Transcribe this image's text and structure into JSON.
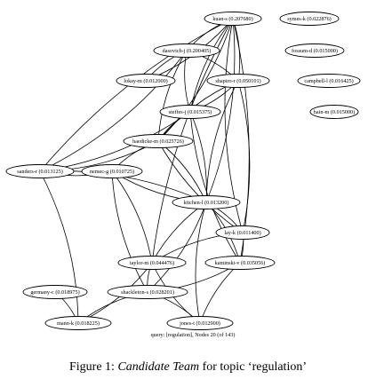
{
  "figure": {
    "query_text": "query: [regulation], Nodes 20 (of 143)",
    "nodes": [
      {
        "id": "kuan",
        "label": "kuan-s (0.207680)"
      },
      {
        "id": "symes",
        "label": "symes-k (0.022876)"
      },
      {
        "id": "dasovich",
        "label": "dasovich-j (0.200405)"
      },
      {
        "id": "fossum",
        "label": "fossum-d (0.015000)"
      },
      {
        "id": "lokay",
        "label": "lokay-m (0.012000)"
      },
      {
        "id": "shapiro",
        "label": "shapiro-r (0.050101)"
      },
      {
        "id": "campbell",
        "label": "campbell-l (0.016425)"
      },
      {
        "id": "steffes",
        "label": "steffes-j (0.015375)"
      },
      {
        "id": "hain",
        "label": "hain-m (0.015000)"
      },
      {
        "id": "haedicke",
        "label": "haedicke-m (0.025726)"
      },
      {
        "id": "sanders",
        "label": "sanders-r (0.013125)"
      },
      {
        "id": "nemec",
        "label": "nemec-g (0.010725)"
      },
      {
        "id": "kitchen",
        "label": "kitchen-l (0.013200)"
      },
      {
        "id": "lay",
        "label": "lay-k (0.011400)"
      },
      {
        "id": "taylor",
        "label": "taylor-m (0.044476)"
      },
      {
        "id": "kaminski",
        "label": "kaminski-v (0.035056)"
      },
      {
        "id": "germany",
        "label": "germany-c (0.018975)"
      },
      {
        "id": "shackleton",
        "label": "shackleton-s (0.028201)"
      },
      {
        "id": "mann",
        "label": "mann-k (0.018225)"
      },
      {
        "id": "jones",
        "label": "jones-t (0.012900)"
      }
    ],
    "edges": [
      [
        "kuan",
        "dasovich"
      ],
      [
        "kuan",
        "shapiro"
      ],
      [
        "kuan",
        "steffes"
      ],
      [
        "kuan",
        "haedicke"
      ],
      [
        "kuan",
        "sanders"
      ],
      [
        "kuan",
        "kitchen"
      ],
      [
        "kuan",
        "lay"
      ],
      [
        "kuan",
        "kaminski"
      ],
      [
        "kuan",
        "taylor"
      ],
      [
        "kuan",
        "lokay"
      ],
      [
        "dasovich",
        "lokay"
      ],
      [
        "dasovich",
        "shapiro"
      ],
      [
        "dasovich",
        "steffes"
      ],
      [
        "dasovich",
        "sanders"
      ],
      [
        "dasovich",
        "haedicke"
      ],
      [
        "shapiro",
        "steffes"
      ],
      [
        "shapiro",
        "haedicke"
      ],
      [
        "shapiro",
        "lay"
      ],
      [
        "shapiro",
        "kitchen"
      ],
      [
        "steffes",
        "sanders"
      ],
      [
        "steffes",
        "haedicke"
      ],
      [
        "steffes",
        "kitchen"
      ],
      [
        "steffes",
        "kaminski"
      ],
      [
        "haedicke",
        "sanders"
      ],
      [
        "haedicke",
        "nemec"
      ],
      [
        "haedicke",
        "kitchen"
      ],
      [
        "haedicke",
        "lay"
      ],
      [
        "sanders",
        "kitchen"
      ],
      [
        "sanders",
        "nemec"
      ],
      [
        "sanders",
        "mann"
      ],
      [
        "nemec",
        "kitchen"
      ],
      [
        "nemec",
        "taylor"
      ],
      [
        "nemec",
        "shackleton"
      ],
      [
        "kitchen",
        "lay"
      ],
      [
        "kitchen",
        "taylor"
      ],
      [
        "kitchen",
        "kaminski"
      ],
      [
        "kitchen",
        "jones"
      ],
      [
        "kitchen",
        "shackleton"
      ],
      [
        "lay",
        "taylor"
      ],
      [
        "lay",
        "kaminski"
      ],
      [
        "taylor",
        "shackleton"
      ],
      [
        "taylor",
        "mann"
      ],
      [
        "taylor",
        "jones"
      ],
      [
        "kaminski",
        "shackleton"
      ],
      [
        "kaminski",
        "jones"
      ],
      [
        "germany",
        "mann"
      ],
      [
        "shackleton",
        "mann"
      ],
      [
        "shackleton",
        "jones"
      ]
    ]
  },
  "caption": {
    "prefix": "Figure 1: ",
    "emphasis": "Candidate Team",
    "suffix": " for topic ‘regulation’"
  }
}
